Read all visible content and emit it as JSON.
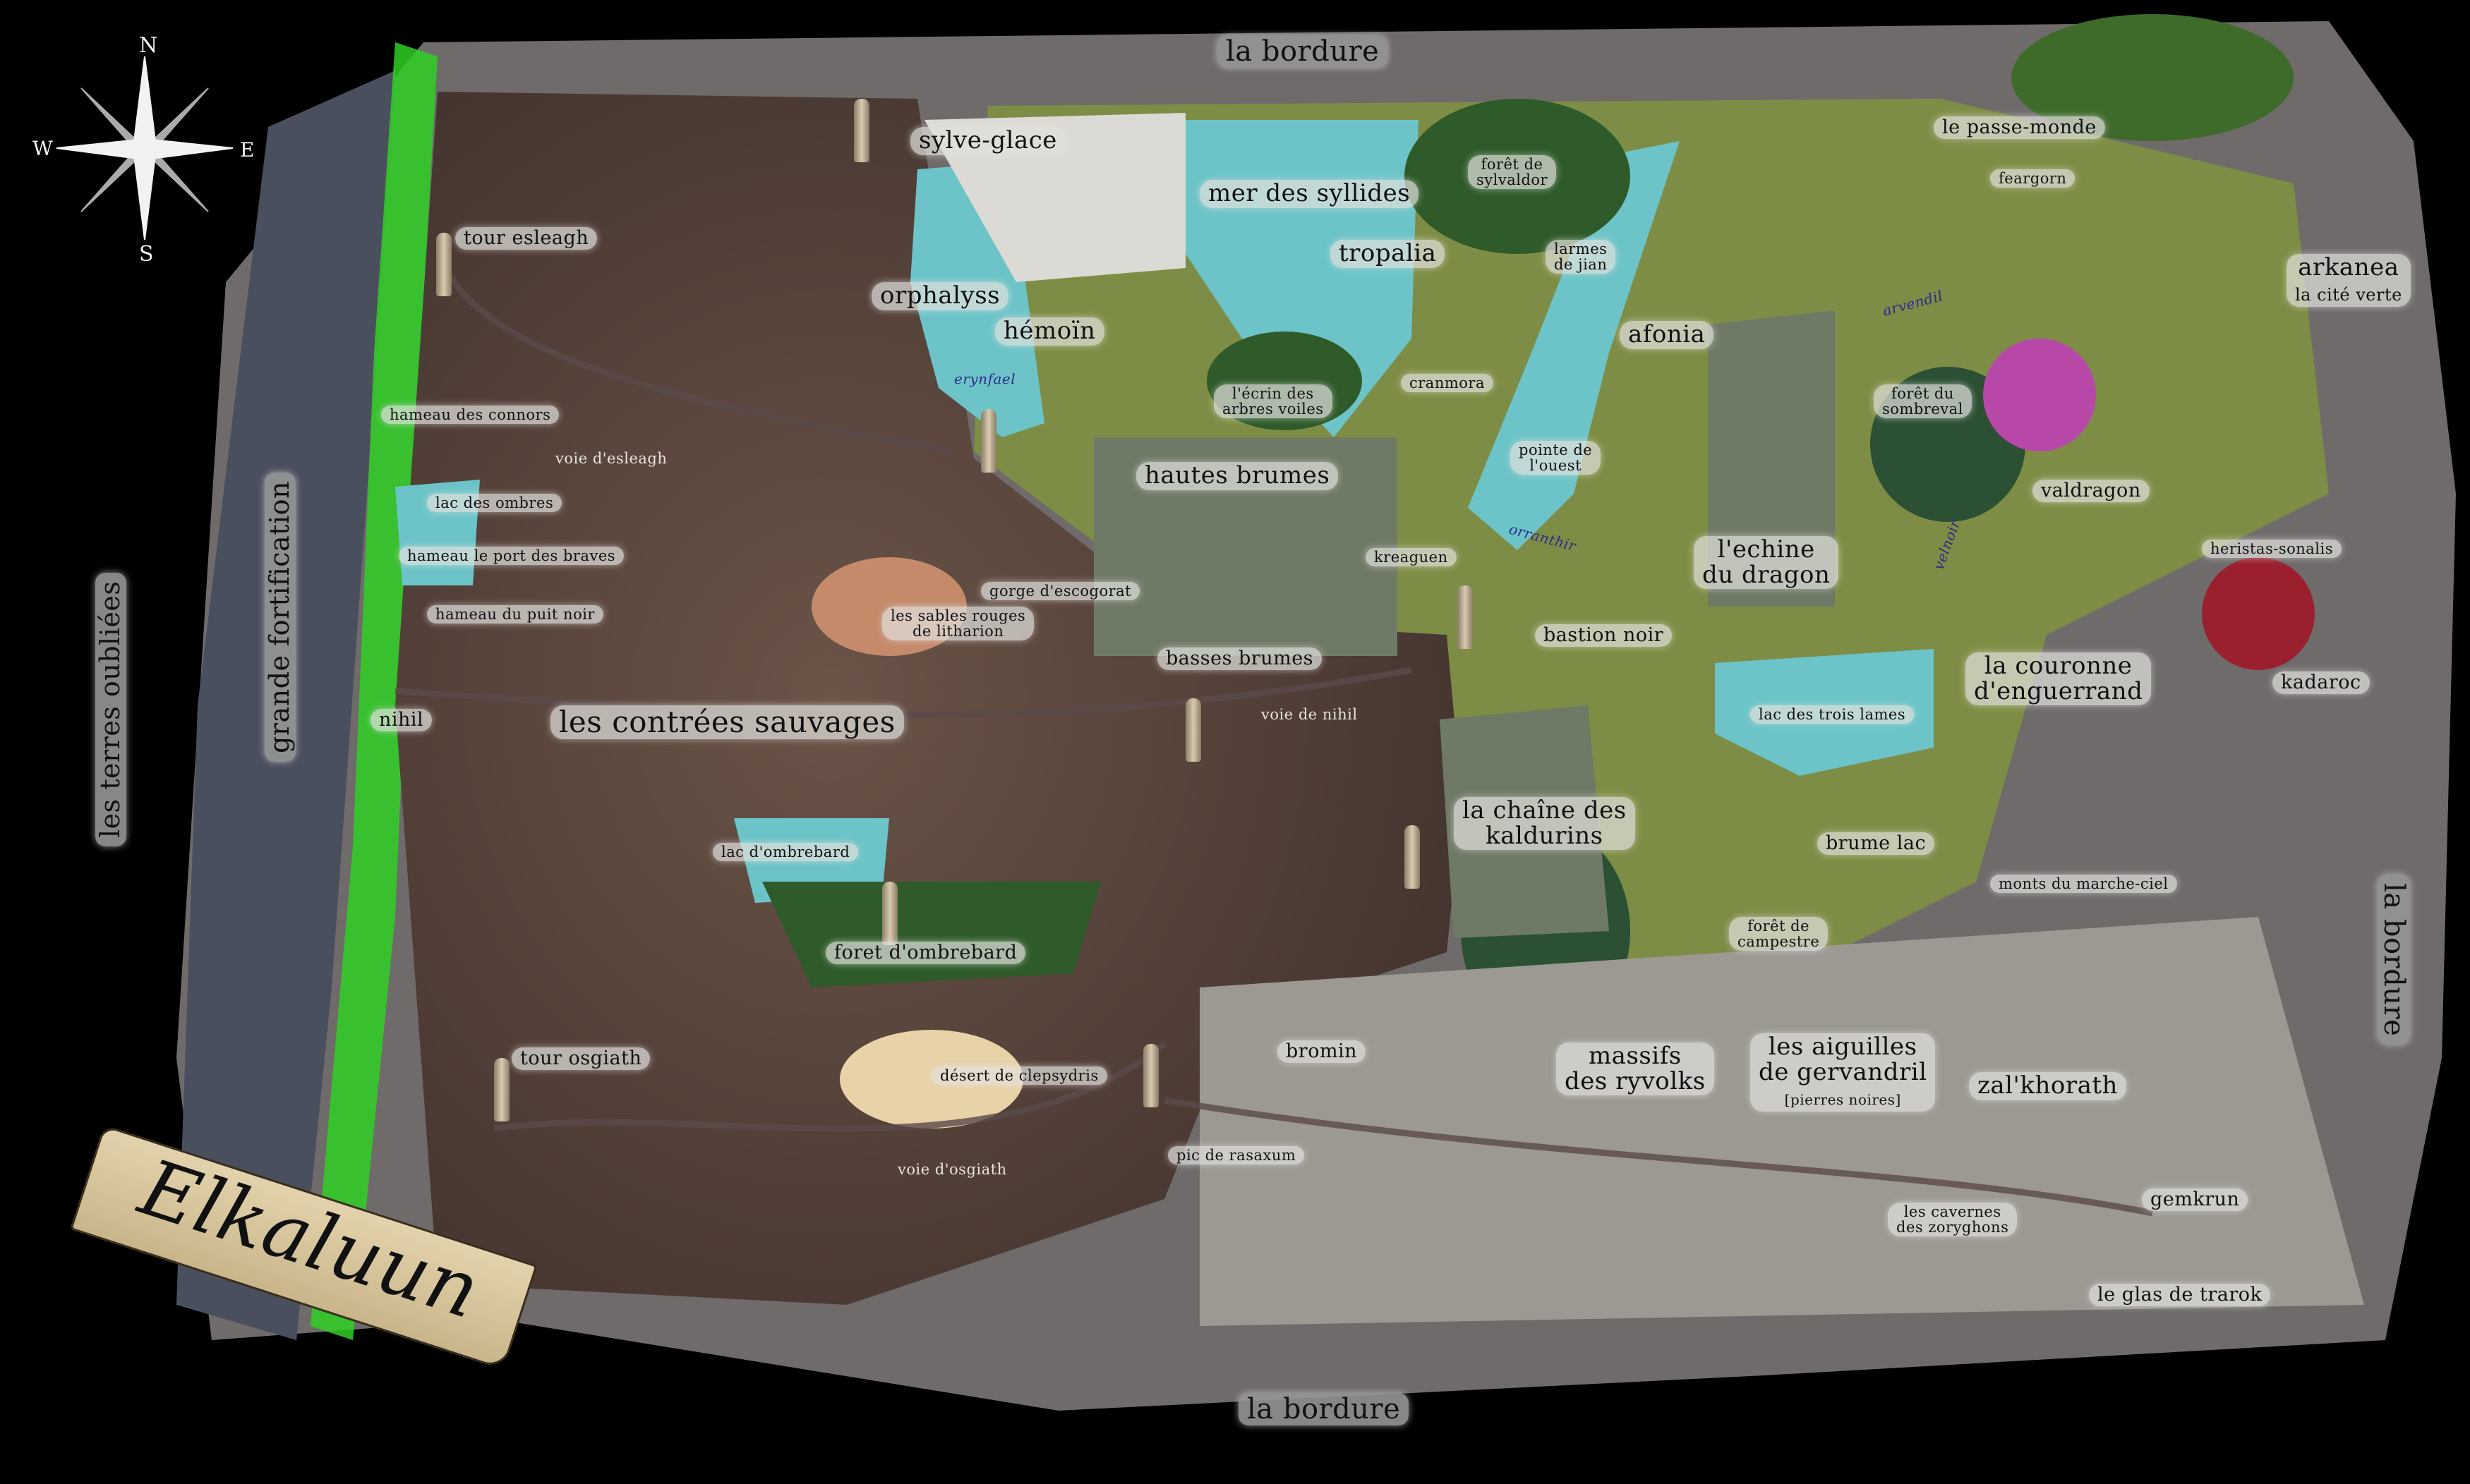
{
  "title": "Elkaluun",
  "compass": {
    "n": "N",
    "s": "S",
    "e": "E",
    "w": "W"
  },
  "borders": {
    "top": "la bordure",
    "bottom": "la bordure",
    "right": "la bordure",
    "left_outer": "les terres oubliées",
    "left_wall": "grande fortification"
  },
  "regions": {
    "wilds": "les contrées sauvages",
    "tour_esleagh": "tour esleagh",
    "hameau_connors": "hameau des connors",
    "lac_ombres": "lac des ombres",
    "hameau_port": "hameau le port des braves",
    "hameau_puit": "hameau du puit noir",
    "voie_esleagh": "voie d'esleagh",
    "nihil": "nihil",
    "voie_nihil": "voie de nihil",
    "sables_rouges_1": "les sables rouges",
    "sables_rouges_2": "de litharion",
    "lac_ombrebard": "lac d'ombrebard",
    "foret_ombrebard": "foret d'ombrebard",
    "tour_osgiath": "tour osgiath",
    "desert": "désert de clepsydris",
    "voie_osgiath": "voie d'osgiath",
    "sylve_glace": "sylve-glace",
    "mer": "mer des syllides",
    "orphalyss": "orphalyss",
    "hemoin": "hémoïn",
    "erynfael": "erynfael",
    "ecrin_1": "l'écrin des",
    "ecrin_2": "arbres voiles",
    "tropalia": "tropalia",
    "cranmora": "cranmora",
    "sylvaldor_1": "forêt de",
    "sylvaldor_2": "sylvaldor",
    "larmes_1": "larmes",
    "larmes_2": "de jian",
    "afonia": "afonia",
    "pointe_1": "pointe de",
    "pointe_2": "l'ouest",
    "hautes_brumes": "hautes brumes",
    "gorge": "gorge d'escogorat",
    "basses_brumes": "basses brumes",
    "kreaguen": "kreaguen",
    "orranthir": "orranthir",
    "bastion": "bastion noir",
    "echine_1": "l'echine",
    "echine_2": "du dragon",
    "sombreval_1": "forêt du",
    "sombreval_2": "sombreval",
    "arvendil": "arvendil",
    "velnoir": "velnoir",
    "lac_trois": "lac des trois lames",
    "kaldurins_1": "la chaîne des",
    "kaldurins_2": "kaldurins",
    "brume_lac": "brume lac",
    "campestre_1": "forêt de",
    "campestre_2": "campestre",
    "passe_monde": "le passe-monde",
    "feargorn": "feargorn",
    "arkanea_1": "arkanea",
    "arkanea_2": "la cité verte",
    "valdragon": "valdragon",
    "heristas": "heristas-sonalis",
    "couronne_1": "la couronne",
    "couronne_2": "d'enguerrand",
    "kadaroc": "kadaroc",
    "monts_ciel": "monts du marche-ciel",
    "bromin": "bromin",
    "massifs_1": "massifs",
    "massifs_2": "des ryvolks",
    "aiguilles_1": "les aiguilles",
    "aiguilles_2": "de gervandril",
    "aiguilles_3": "[pierres noires]",
    "zalkhorath": "zal'khorath",
    "pic": "pic de rasaxum",
    "cavernes_1": "les cavernes",
    "cavernes_2": "des zoryghons",
    "gemkrun": "gemkrun",
    "glas": "le glas de trarok"
  },
  "colors": {
    "background": "#000000",
    "wilds": "#5e4a40",
    "water": "#6cc4c8",
    "grass": "#7f8f45",
    "forest": "#2f5a2a",
    "mountain": "#7a7676",
    "snow": "#d8d6d0",
    "crystal": "#28d020",
    "label_bg": "#e1e1dc"
  }
}
